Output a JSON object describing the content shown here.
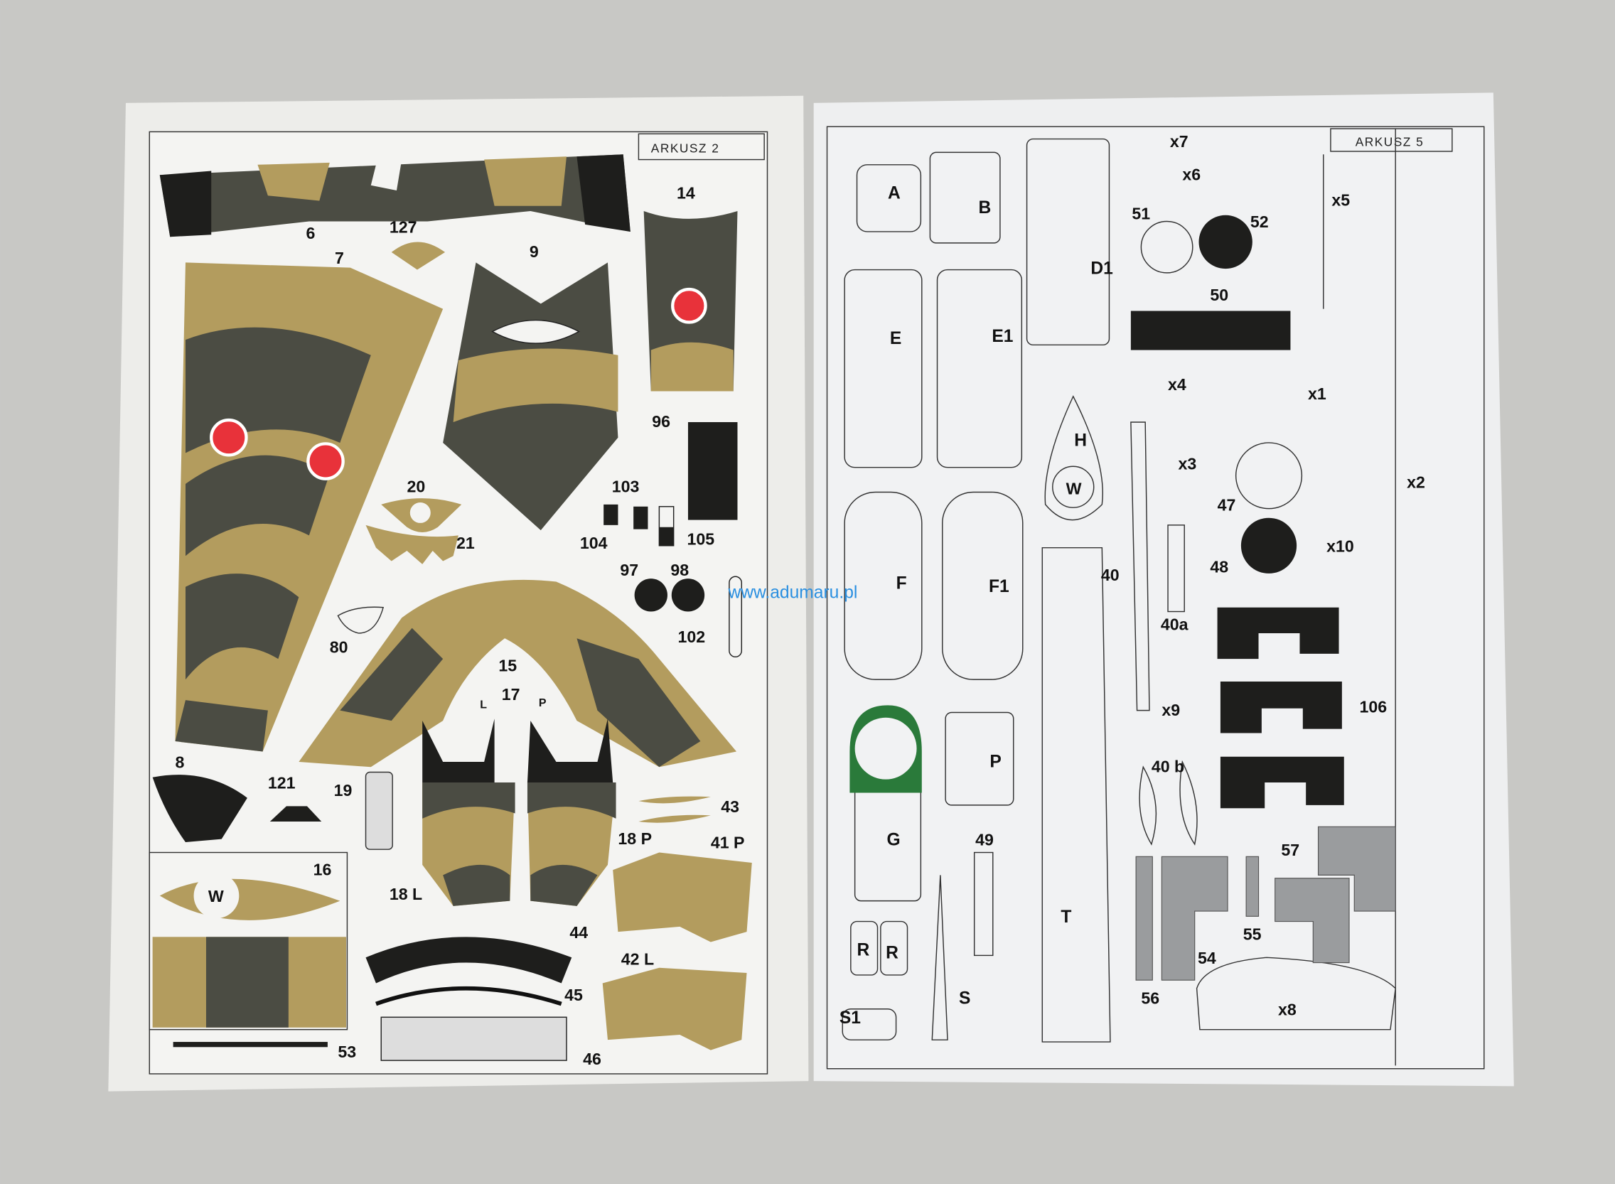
{
  "watermark": "www.adumaru.pl",
  "left_page": {
    "sheet_label": "ARKUSZ 2",
    "part_labels": [
      "6",
      "127",
      "7",
      "9",
      "14",
      "96",
      "103",
      "104",
      "105",
      "20",
      "21",
      "97",
      "98",
      "80",
      "15",
      "102",
      "17",
      "L",
      "P",
      "8",
      "121",
      "19",
      "43",
      "18 P",
      "41 P",
      "16",
      "W",
      "18 L",
      "44",
      "45",
      "42 L",
      "53",
      "46"
    ]
  },
  "right_page": {
    "sheet_label": "ARKUSZ 5",
    "part_labels": [
      "x7",
      "x6",
      "x5",
      "A",
      "B",
      "51",
      "52",
      "D1",
      "50",
      "E",
      "E1",
      "x4",
      "x1",
      "H",
      "W",
      "x3",
      "47",
      "x2",
      "x10",
      "48",
      "40",
      "40a",
      "F",
      "F1",
      "106",
      "x9",
      "40 b",
      "P",
      "G",
      "49",
      "57",
      "R",
      "R",
      "T",
      "54",
      "55",
      "56",
      "x8",
      "S1",
      "S"
    ]
  },
  "colors": {
    "olive": "#4b4c43",
    "tan": "#b39c5e",
    "black": "#1e1e1c",
    "hinomaru": "#e8323a",
    "green": "#2a7a3a",
    "watermark": "#2a8fe0"
  }
}
